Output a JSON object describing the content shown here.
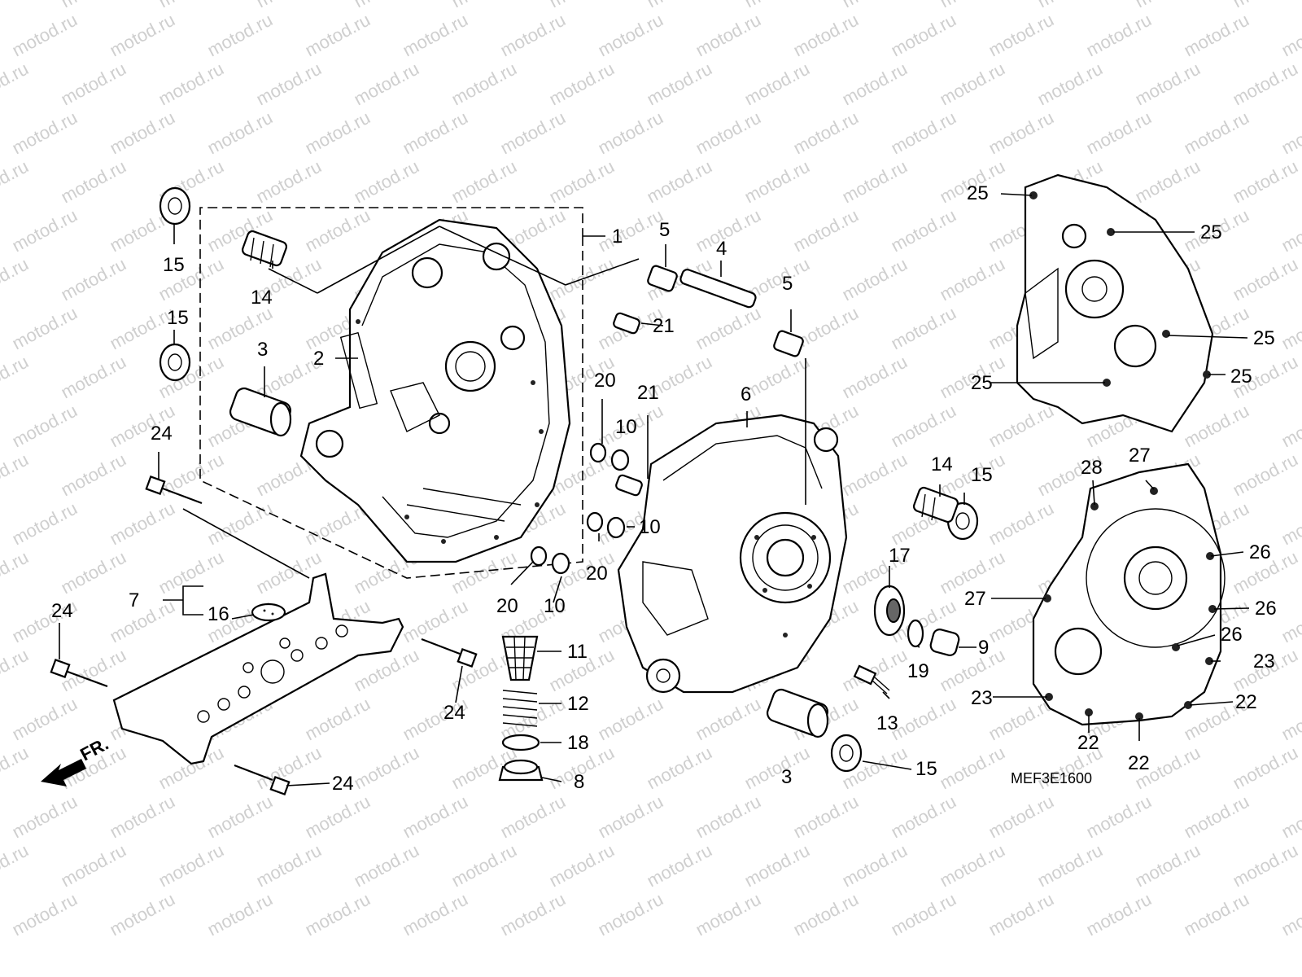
{
  "watermark": "motod.ru",
  "reference_code": "MEF3E1600",
  "front_arrow_label": "FR.",
  "callouts": [
    {
      "id": "c1",
      "label": "1"
    },
    {
      "id": "c2",
      "label": "2"
    },
    {
      "id": "c3a",
      "label": "3"
    },
    {
      "id": "c3b",
      "label": "3"
    },
    {
      "id": "c4",
      "label": "4"
    },
    {
      "id": "c5a",
      "label": "5"
    },
    {
      "id": "c5b",
      "label": "5"
    },
    {
      "id": "c6",
      "label": "6"
    },
    {
      "id": "c7",
      "label": "7"
    },
    {
      "id": "c8",
      "label": "8"
    },
    {
      "id": "c9",
      "label": "9"
    },
    {
      "id": "c10a",
      "label": "10"
    },
    {
      "id": "c10b",
      "label": "10"
    },
    {
      "id": "c10c",
      "label": "10"
    },
    {
      "id": "c11",
      "label": "11"
    },
    {
      "id": "c12",
      "label": "12"
    },
    {
      "id": "c13",
      "label": "13"
    },
    {
      "id": "c14a",
      "label": "14"
    },
    {
      "id": "c14b",
      "label": "14"
    },
    {
      "id": "c15a",
      "label": "15"
    },
    {
      "id": "c15b",
      "label": "15"
    },
    {
      "id": "c15c",
      "label": "15"
    },
    {
      "id": "c15d",
      "label": "15"
    },
    {
      "id": "c16",
      "label": "16"
    },
    {
      "id": "c17",
      "label": "17"
    },
    {
      "id": "c18",
      "label": "18"
    },
    {
      "id": "c19",
      "label": "19"
    },
    {
      "id": "c20a",
      "label": "20"
    },
    {
      "id": "c20b",
      "label": "20"
    },
    {
      "id": "c20c",
      "label": "20"
    },
    {
      "id": "c21a",
      "label": "21"
    },
    {
      "id": "c21b",
      "label": "21"
    },
    {
      "id": "c22a",
      "label": "22"
    },
    {
      "id": "c22b",
      "label": "22"
    },
    {
      "id": "c22c",
      "label": "22"
    },
    {
      "id": "c23a",
      "label": "23"
    },
    {
      "id": "c23b",
      "label": "23"
    },
    {
      "id": "c24a",
      "label": "24"
    },
    {
      "id": "c24b",
      "label": "24"
    },
    {
      "id": "c24c",
      "label": "24"
    },
    {
      "id": "c24d",
      "label": "24"
    },
    {
      "id": "c25a",
      "label": "25"
    },
    {
      "id": "c25b",
      "label": "25"
    },
    {
      "id": "c25c",
      "label": "25"
    },
    {
      "id": "c25d",
      "label": "25"
    },
    {
      "id": "c25e",
      "label": "25"
    },
    {
      "id": "c26a",
      "label": "26"
    },
    {
      "id": "c26b",
      "label": "26"
    },
    {
      "id": "c26c",
      "label": "26"
    },
    {
      "id": "c27a",
      "label": "27"
    },
    {
      "id": "c27b",
      "label": "27"
    },
    {
      "id": "c28",
      "label": "28"
    }
  ]
}
